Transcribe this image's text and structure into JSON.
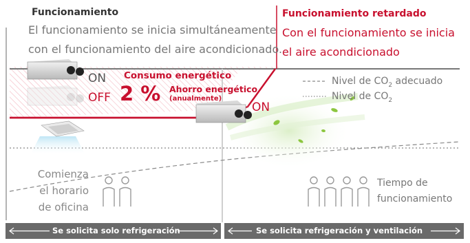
{
  "left_panel": {
    "heading": "Funcionamiento",
    "line1": "El funcionamiento se inicia simultáneamente",
    "line2": "con el funcionamiento del aire acondicionado."
  },
  "right_panel": {
    "heading": "Funcionamiento retardado",
    "line1": "Con el funcionamiento se inicia",
    "line2": "el aire acondicionado"
  },
  "diagram": {
    "on_label_left": "ON",
    "off_label": "OFF",
    "on_label_right": "ON",
    "consumption_title": "Consumo energético",
    "percent": "2 %",
    "saving_label": "Ahorro energético",
    "saving_period": "(anualmente)",
    "co2": {
      "adequate_prefix": "Nivel de CO",
      "adequate_sub": "2",
      "adequate_suffix": " adecuado",
      "level_prefix": "Nivel de CO",
      "level_sub": "2"
    },
    "office_hours": [
      "Comienza",
      "el horario",
      "de oficina"
    ],
    "operation_time": [
      "Tiempo de",
      "funcionamiento"
    ]
  },
  "bottom_bar": {
    "left_label": "Se solicita solo refrigeración",
    "right_label": "Se solicita refrigeración y ventilación"
  },
  "colors": {
    "accent_red": "#c8102e",
    "grey_text": "#777777",
    "bar_grey": "#6a6a6a"
  },
  "icons": [
    "ventilation-unit-icon",
    "ceiling-cassette-icon",
    "person-icon",
    "leaf-icon",
    "airflow-icon"
  ]
}
